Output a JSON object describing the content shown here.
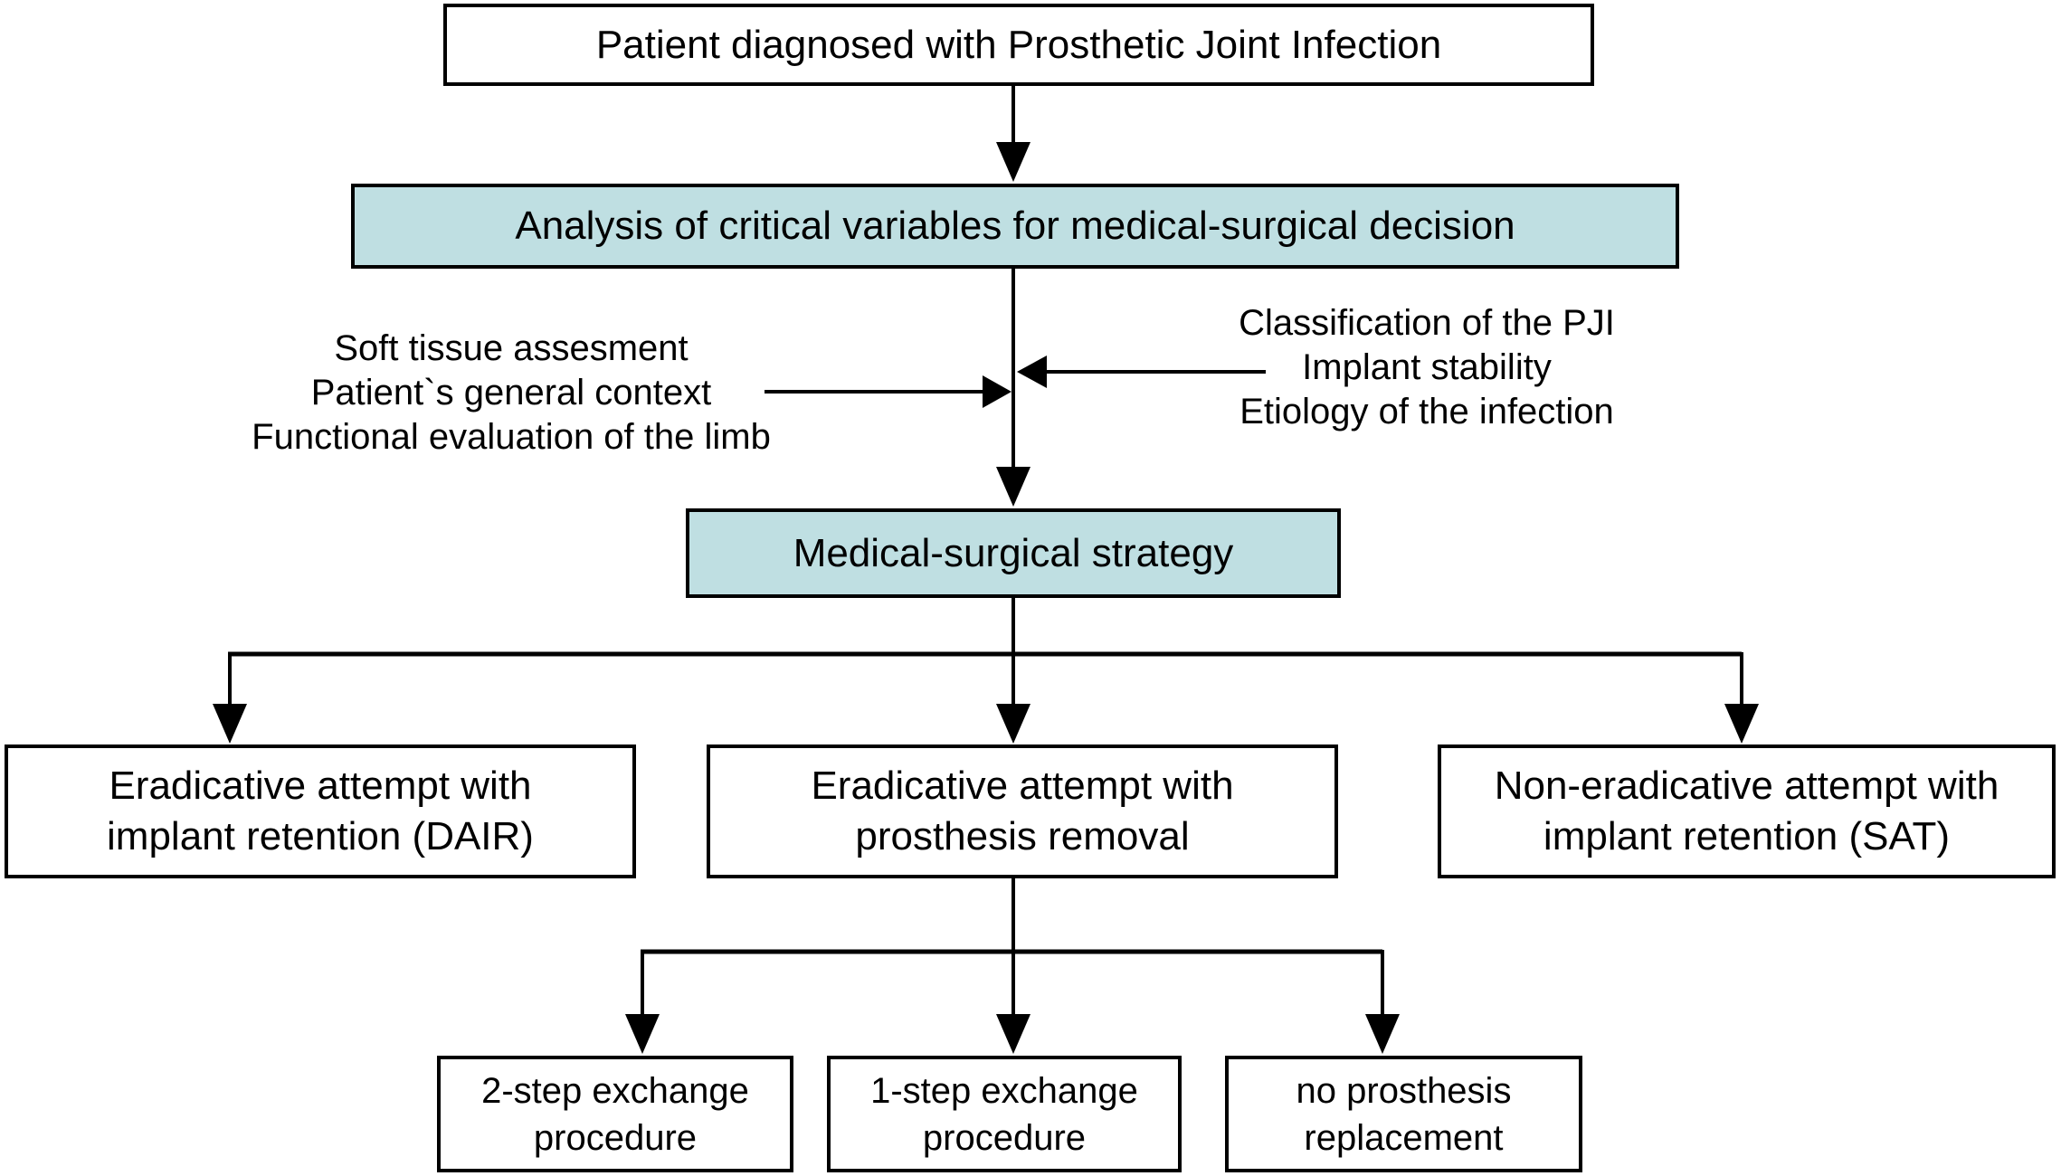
{
  "colors": {
    "highlight_box_fill": "#bfdfe2",
    "plain_box_fill": "#ffffff",
    "line_color": "#000000",
    "text_color": "#000000"
  },
  "flowchart": {
    "root": "Patient diagnosed with Prosthetic Joint Infection",
    "analysis": "Analysis of critical variables for medical-surgical decision",
    "left_factors": "Soft tissue assesment\nPatient`s general context\nFunctional evaluation of the limb",
    "right_factors": "Classification of the PJI\nImplant stability\nEtiology of the infection",
    "strategy": "Medical-surgical strategy",
    "branch_dair": "Eradicative attempt with\nimplant retention (DAIR)",
    "branch_removal": "Eradicative attempt with\nprosthesis removal",
    "branch_sat": "Non-eradicative attempt with\nimplant retention (SAT)",
    "sub_two_step": "2-step exchange\nprocedure",
    "sub_one_step": "1-step exchange\nprocedure",
    "sub_no_replacement": "no prosthesis\nreplacement"
  }
}
